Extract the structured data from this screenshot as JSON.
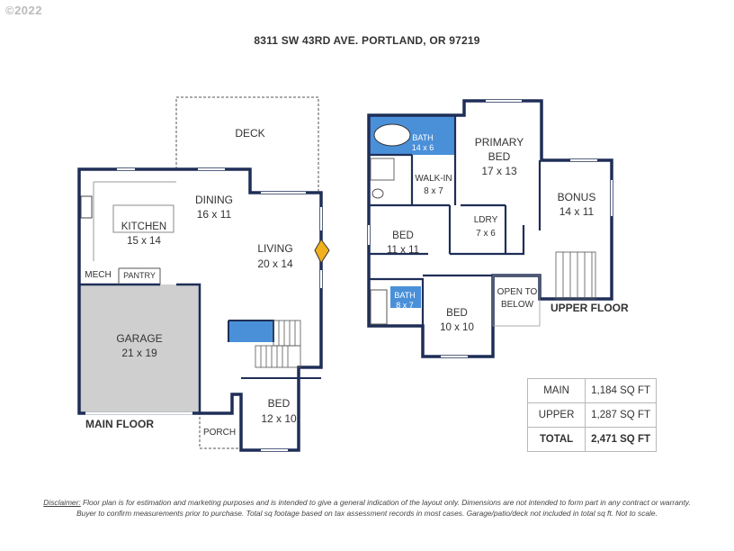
{
  "watermark": "©2022",
  "address": "8311 SW 43RD AVE. PORTLAND, OR 97219",
  "floors": {
    "main": "MAIN FLOOR",
    "upper": "UPPER FLOOR"
  },
  "rooms": {
    "deck": {
      "name": "DECK"
    },
    "dining": {
      "name": "DINING",
      "size": "16 x 11"
    },
    "kitchen": {
      "name": "KITCHEN",
      "size": "15 x 14"
    },
    "living": {
      "name": "LIVING",
      "size": "20 x 14"
    },
    "mech": {
      "name": "MECH"
    },
    "pantry": {
      "name": "PANTRY"
    },
    "garage": {
      "name": "GARAGE",
      "size": "21 x 19"
    },
    "bed_main": {
      "name": "BED",
      "size": "12 x 10"
    },
    "porch": {
      "name": "PORCH"
    },
    "bath_primary": {
      "name": "BATH",
      "size": "14 x 6"
    },
    "primary_bed": {
      "name1": "PRIMARY",
      "name2": "BED",
      "size": "17 x 13"
    },
    "walkin": {
      "name": "WALK-IN",
      "size": "8 x 7"
    },
    "bonus": {
      "name": "BONUS",
      "size": "14 x 11"
    },
    "bed_upper1": {
      "name": "BED",
      "size": "11 x 11"
    },
    "ldry": {
      "name": "LDRY",
      "size": "7 x 6"
    },
    "bath_upper": {
      "name": "BATH",
      "size": "8 x 7"
    },
    "bed_upper2": {
      "name": "BED",
      "size": "10 x 10"
    },
    "open_below": {
      "name1": "OPEN TO",
      "name2": "BELOW"
    }
  },
  "sqft_table": [
    {
      "label": "MAIN",
      "value": "1,184 SQ FT"
    },
    {
      "label": "UPPER",
      "value": "1,287 SQ FT"
    },
    {
      "label": "TOTAL",
      "value": "2,471 SQ FT"
    }
  ],
  "disclaimer": {
    "label": "Disclaimer:",
    "line1": " Floor plan is for estimation and marketing purposes and is intended to give a general indication of the layout only. Dimensions are not intended to form part in any contract or warranty.",
    "line2": "Buyer to confirm measurements  prior to purchase. Total sq footage based on tax assessment records in most cases. Garage/patio/deck not included in total sq ft. Not to scale."
  },
  "colors": {
    "wall": "#1f2e57",
    "bath": "#4a90d9",
    "garage": "#cfcfcf",
    "fireplace": "#f2b01e"
  }
}
